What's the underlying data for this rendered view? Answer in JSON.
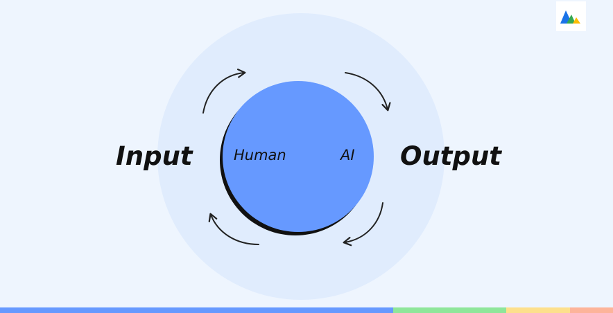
{
  "diagram": {
    "input_label": "Input",
    "output_label": "Output",
    "human_label": "Human",
    "ai_label": "AI"
  },
  "logo": {
    "icon": "brand-mountain-logo-icon",
    "colors": [
      "#1a73e8",
      "#34a853",
      "#fbbc04"
    ]
  },
  "bottom_bar": {
    "segments": [
      {
        "name": "blue",
        "color": "#6699ff"
      },
      {
        "name": "green",
        "color": "#8ee69a"
      },
      {
        "name": "yellow",
        "color": "#fde08c"
      },
      {
        "name": "orange",
        "color": "#fdb49a"
      }
    ]
  },
  "colors": {
    "background": "#eef5fe",
    "outer_circle": "#e0ecfd",
    "inner_circle": "#6699ff",
    "text": "#111111"
  }
}
